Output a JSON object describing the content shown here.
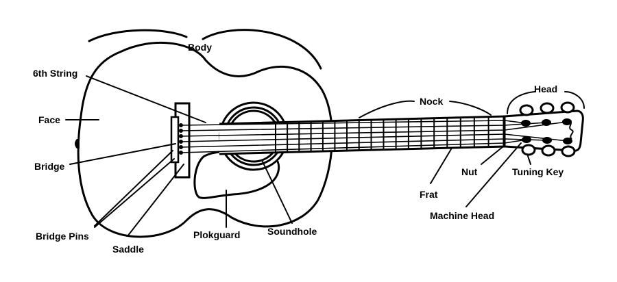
{
  "diagram": {
    "labels": {
      "body": "Body",
      "sixth_string": "6th String",
      "face": "Face",
      "bridge": "Bridge",
      "bridge_pins": "Bridge Pins",
      "saddle": "Saddle",
      "pickguard": "Plokguard",
      "soundhole": "Soundhole",
      "neck": "Nock",
      "head": "Head",
      "nut": "Nut",
      "fret": "Frat",
      "tuning_key": "Tuning Key",
      "machine_head": "Machine Head"
    },
    "colors": {
      "line": "#000000",
      "background": "#ffffff"
    }
  }
}
